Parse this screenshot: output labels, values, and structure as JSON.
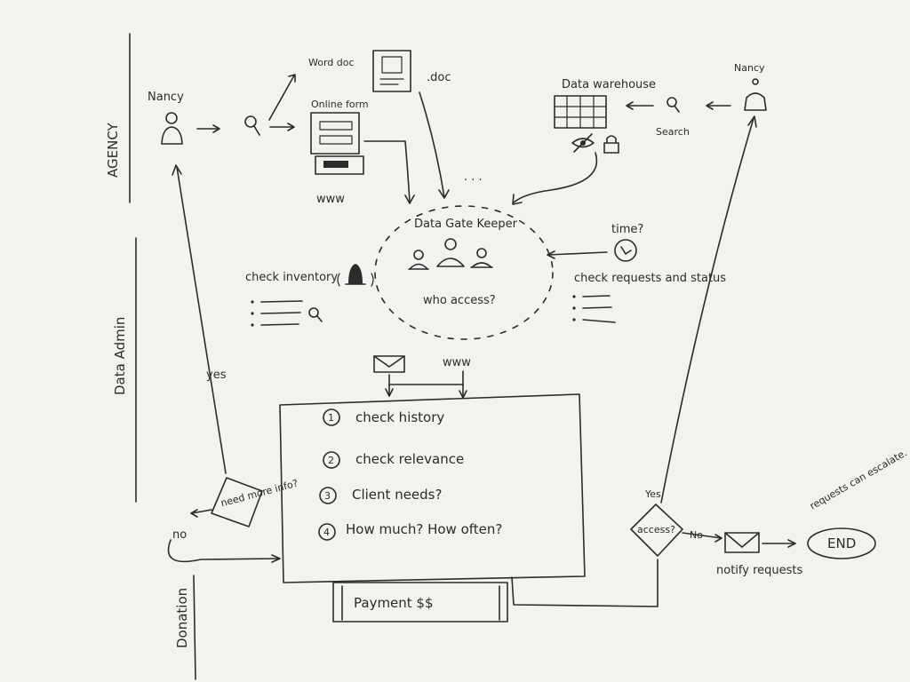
{
  "lanes": {
    "agency": "AGENCY",
    "data_admin": "Data Admin",
    "donation": "Donation"
  },
  "agency": {
    "user_left": "Nancy",
    "word_doc": "Word doc",
    "doc_ext": ".doc",
    "online_form": "Online form",
    "www": "www",
    "data_warehouse": "Data warehouse",
    "search": "Search",
    "user_right": "Nancy"
  },
  "admin": {
    "ellipsis": ". . .",
    "gatekeeper": "Data Gate Keeper",
    "who_access": "who access?",
    "time": "time?",
    "check_inventory": "check inventory",
    "check_requests": "check requests and status",
    "www": "www",
    "yes": "yes",
    "need_more_info": "need more info?",
    "no": "no"
  },
  "checklist": {
    "items": [
      {
        "num": "1",
        "text": "check history"
      },
      {
        "num": "2",
        "text": "check relevance"
      },
      {
        "num": "3",
        "text": "Client needs?"
      },
      {
        "num": "4",
        "text": "How much? How often?"
      }
    ]
  },
  "payment": "Payment $$",
  "decision": {
    "access": "access?",
    "yes": "Yes",
    "no": "No"
  },
  "notify": "notify requests",
  "end": "END",
  "escalate": "requests can escalate."
}
